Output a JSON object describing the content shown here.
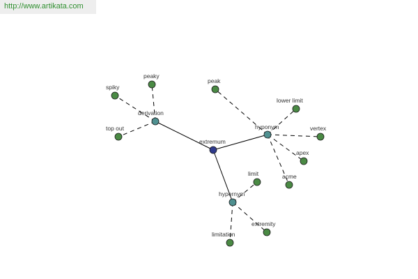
{
  "watermark": {
    "url_text": "http://www.artikata.com"
  },
  "colors": {
    "center": "#2e3a8c",
    "relation": "#4f9090",
    "leaf": "#4a8a44",
    "edge": "#000000",
    "watermark_bg": "#eeeeee",
    "watermark_text": "#2f8f2f"
  },
  "graph": {
    "nodes": [
      {
        "id": "extremum",
        "label": "extremum",
        "kind": "center"
      },
      {
        "id": "derivation",
        "label": "derivation",
        "kind": "relation"
      },
      {
        "id": "hyponym",
        "label": "hyponym",
        "kind": "relation"
      },
      {
        "id": "hypernym",
        "label": "hypernym",
        "kind": "relation"
      },
      {
        "id": "peaky",
        "label": "peaky",
        "kind": "leaf"
      },
      {
        "id": "spiky",
        "label": "spiky",
        "kind": "leaf"
      },
      {
        "id": "top-out",
        "label": "top out",
        "kind": "leaf"
      },
      {
        "id": "peak",
        "label": "peak",
        "kind": "leaf"
      },
      {
        "id": "lower-limit",
        "label": "lower limit",
        "kind": "leaf"
      },
      {
        "id": "vertex",
        "label": "vertex",
        "kind": "leaf"
      },
      {
        "id": "apex",
        "label": "apex",
        "kind": "leaf"
      },
      {
        "id": "acme",
        "label": "acme",
        "kind": "leaf"
      },
      {
        "id": "limit",
        "label": "limit",
        "kind": "leaf"
      },
      {
        "id": "extremity",
        "label": "extremity",
        "kind": "leaf"
      },
      {
        "id": "limitation",
        "label": "limitation",
        "kind": "leaf"
      }
    ],
    "edges": [
      {
        "from": "extremum",
        "to": "derivation",
        "style": "solid"
      },
      {
        "from": "extremum",
        "to": "hyponym",
        "style": "solid"
      },
      {
        "from": "extremum",
        "to": "hypernym",
        "style": "solid"
      },
      {
        "from": "derivation",
        "to": "peaky",
        "style": "dashed"
      },
      {
        "from": "derivation",
        "to": "spiky",
        "style": "dashed"
      },
      {
        "from": "derivation",
        "to": "top-out",
        "style": "dashed"
      },
      {
        "from": "hyponym",
        "to": "peak",
        "style": "dashed"
      },
      {
        "from": "hyponym",
        "to": "lower-limit",
        "style": "dashed"
      },
      {
        "from": "hyponym",
        "to": "vertex",
        "style": "dashed"
      },
      {
        "from": "hyponym",
        "to": "apex",
        "style": "dashed"
      },
      {
        "from": "hyponym",
        "to": "acme",
        "style": "dashed"
      },
      {
        "from": "hypernym",
        "to": "limit",
        "style": "dashed"
      },
      {
        "from": "hypernym",
        "to": "extremity",
        "style": "dashed"
      },
      {
        "from": "hypernym",
        "to": "limitation",
        "style": "dashed"
      }
    ]
  }
}
